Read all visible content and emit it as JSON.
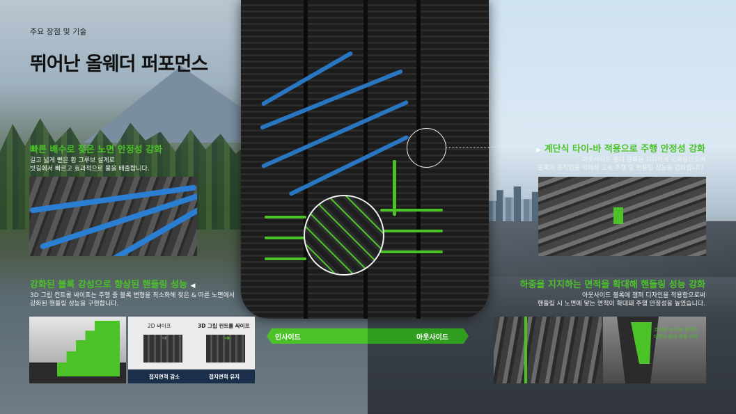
{
  "header": {
    "subtitle": "주요 장점 및 기술",
    "title": "뛰어난 올웨더 퍼포먼스"
  },
  "features": [
    {
      "heading": "빠른 배수로 젖은 노면 안정성 강화",
      "desc_lines": [
        "길고 넓게 뻗은 횡 그루브 설계로",
        "빗길에서 빠르고 효과적으로 물을 배출합니다."
      ]
    },
    {
      "heading": "강화된 블록 강성으로 향상된 핸들링 성능",
      "desc_lines": [
        "3D 그립 컨트롤 싸이프는 주행 중 블록 변형을 최소화해 젖은 & 마른 노면에서",
        "강화된 핸들링 성능을 구현합니다."
      ]
    },
    {
      "heading": "계단식 타이-바 적용으로 주행 안정성 강화",
      "desc_lines": [
        "아웃사이드 숄더 블록을 지지하게 도와줌으로써",
        "블록의 움직임을 억제해 고속 주행 및 핸들링 성능을 강화합니다."
      ]
    },
    {
      "heading": "하중을 지지하는 면적을 확대해 핸들링 성능 강화",
      "desc_lines": [
        "아웃사이드 블록에 챔퍼 디자인을 적용함으로써",
        "핸들링 시 노면에 닿는 면적이 확대돼 주행 안정성을 높였습니다."
      ]
    }
  ],
  "sipe_compare": {
    "label_2d": "2D 싸이프",
    "label_3d": "3D 그립 컨트롤 싸이프",
    "caption_2d": "접지면적 감소",
    "caption_3d": "접지면적 유지"
  },
  "chamfer_note_lines": [
    "코너링 & 차선 변경시",
    "지면에 닿아 하중 지지"
  ],
  "side_bar": {
    "inside_label": "인사이드",
    "outside_label": "아웃사이드"
  },
  "colors": {
    "accent_green": "#4cc229",
    "groove_blue": "#2a7fd3"
  },
  "icons": [
    "arrow-right-icon",
    "arrow-left-icon"
  ]
}
